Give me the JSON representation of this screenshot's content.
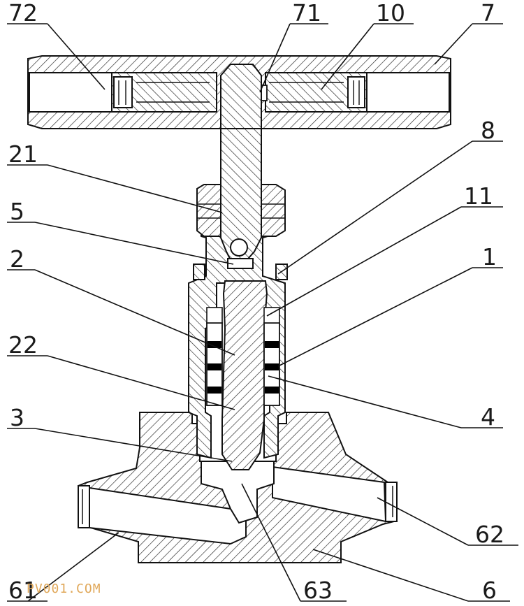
{
  "labels": {
    "l72": "72",
    "l71": "71",
    "l10": "10",
    "l7": "7",
    "l8": "8",
    "l21": "21",
    "l11": "11",
    "l5": "5",
    "l2": "2",
    "l1": "1",
    "l22": "22",
    "l4": "4",
    "l3": "3",
    "l62": "62",
    "l61": "61",
    "l63": "63",
    "l6": "6"
  },
  "watermark": "PV001.COM",
  "colors": {
    "line": "#111111",
    "watermark": "#e0a85a",
    "background": "#ffffff"
  }
}
